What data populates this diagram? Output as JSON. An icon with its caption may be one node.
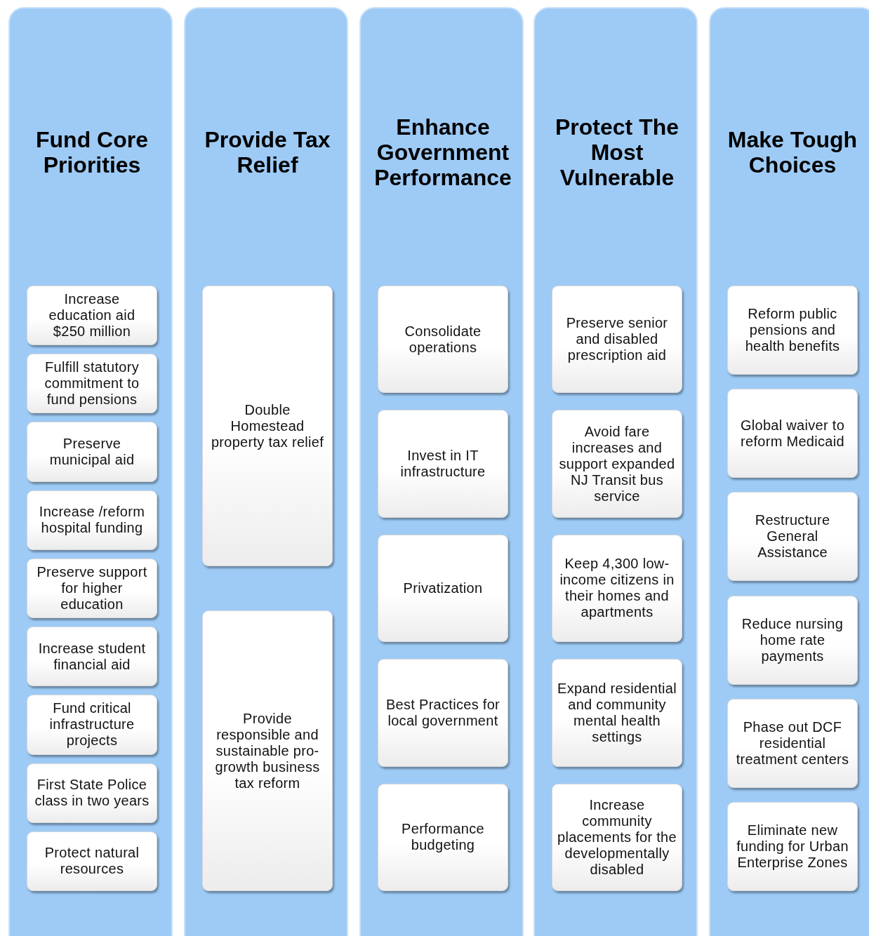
{
  "diagram": {
    "nodes": [
      {
        "text": [
          "Fund Core Priorities"
        ]
      },
      {
        "text": [
          "Increase education aid $250 million"
        ],
        "in": 0
      },
      {
        "text": [
          "Fulfill statutory commitment to fund pensions"
        ],
        "in": 0
      },
      {
        "text": [
          "Preserve municipal aid"
        ],
        "in": 0
      },
      {
        "text": [
          "Increase /reform hospital funding"
        ],
        "in": 0
      },
      {
        "text": [
          "Preserve support for higher education"
        ],
        "in": 0
      },
      {
        "text": [
          "Increase student financial aid"
        ],
        "in": 0
      },
      {
        "text": [
          "Fund critical infrastructure projects"
        ],
        "in": 0
      },
      {
        "text": [
          "First State Police class in two years"
        ],
        "in": 0
      },
      {
        "text": [
          "Protect natural resources"
        ],
        "in": 0
      },
      {
        "text": [
          "Provide Tax Relief"
        ]
      },
      {
        "text": [
          "Double Homestead property tax relief"
        ],
        "in": 10
      },
      {
        "text": [
          "Provide responsible and sustainable pro-growth business tax reform"
        ],
        "in": 10
      },
      {
        "text": [
          "Enhance Government Performance"
        ]
      },
      {
        "text": [
          "Consolidate operations"
        ],
        "in": 13
      },
      {
        "text": [
          "Invest in IT infrastructure"
        ],
        "in": 13
      },
      {
        "text": [
          "Privatization"
        ],
        "in": 13
      },
      {
        "text": [
          "Best Practices for local government"
        ],
        "in": 13
      },
      {
        "text": [
          "Performance budgeting"
        ],
        "in": 13
      },
      {
        "text": [
          "Protect The Most Vulnerable"
        ]
      },
      {
        "text": [
          "Preserve senior and disabled prescription aid"
        ],
        "in": 19
      },
      {
        "text": [
          "Avoid fare increases and support expanded NJ Transit bus service"
        ],
        "in": 19
      },
      {
        "text": [
          "Keep 4,300 low-income citizens in their homes and apartments"
        ],
        "in": 19
      },
      {
        "text": [
          "Expand residential and community mental health settings"
        ],
        "in": 19
      },
      {
        "text": [
          "Increase community placements for the developmentally disabled"
        ],
        "in": 19
      },
      {
        "text": [
          "Make Tough Choices"
        ]
      },
      {
        "text": [
          "Reform public pensions and health benefits"
        ],
        "in": 25
      },
      {
        "text": [
          "Global waiver to reform Medicaid"
        ],
        "in": 25
      },
      {
        "text": [
          "Restructure General Assistance"
        ],
        "in": 25
      },
      {
        "text": [
          "Reduce nursing home rate payments"
        ],
        "in": 25
      },
      {
        "text": [
          "Phase out DCF residential treatment centers"
        ],
        "in": 25
      },
      {
        "text": [
          "Eliminate new funding for Urban Enterprise Zones"
        ],
        "in": 25
      }
    ],
    "edges": []
  }
}
